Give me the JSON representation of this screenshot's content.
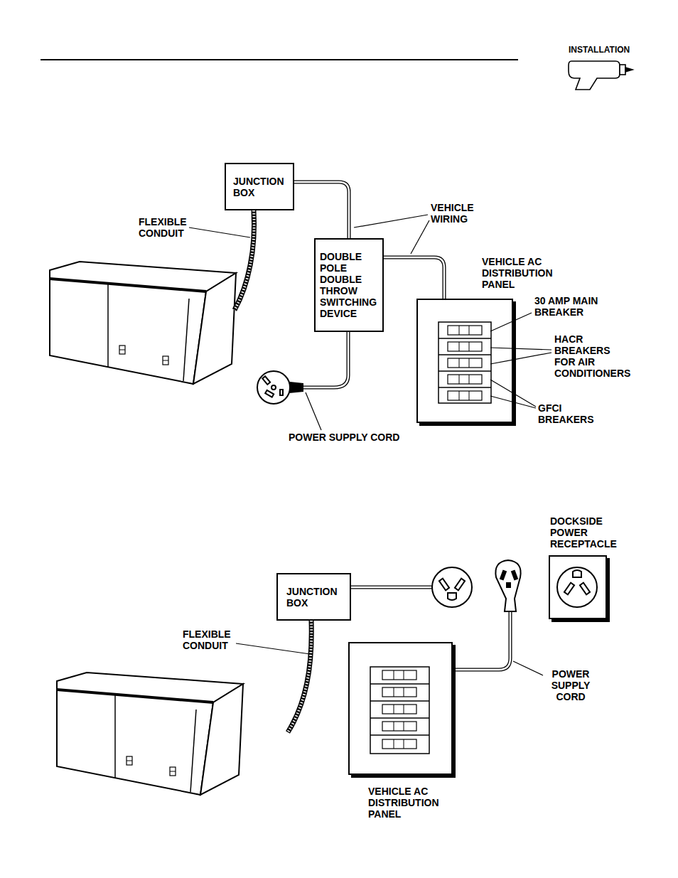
{
  "diagram": {
    "nodes": [
      {
        "text": [
          "JUNCTION BOX"
        ]
      },
      {
        "text": [
          "DOUBLE POLE DOUBLE THROW SWITCHING DEVICE"
        ]
      },
      {
        "text": [
          "VEHICLE AC DISTRIBUTION PANEL"
        ]
      },
      {
        "text": [
          "JUNCTION BOX"
        ]
      },
      {
        "text": [
          "VEHICLE AC DISTRIBUTION PANEL"
        ]
      },
      {
        "text": [
          "DOCKSIDE POWER RECEPTACLE"
        ]
      }
    ],
    "edges": [
      {
        "from": 0,
        "to": 1,
        "arrow": "none"
      },
      {
        "from": 1,
        "to": 2,
        "arrow": "none"
      }
    ],
    "labels": [
      "INSTALLATION",
      "FLEXIBLE CONDUIT",
      "VEHICLE WIRING",
      "30 AMP MAIN BREAKER",
      "HACR BREAKERS FOR AIR CONDITIONERS",
      "GFCI BREAKERS",
      "POWER SUPPLY CORD",
      "FLEXIBLE CONDUIT",
      "POWER SUPPLY CORD"
    ]
  }
}
